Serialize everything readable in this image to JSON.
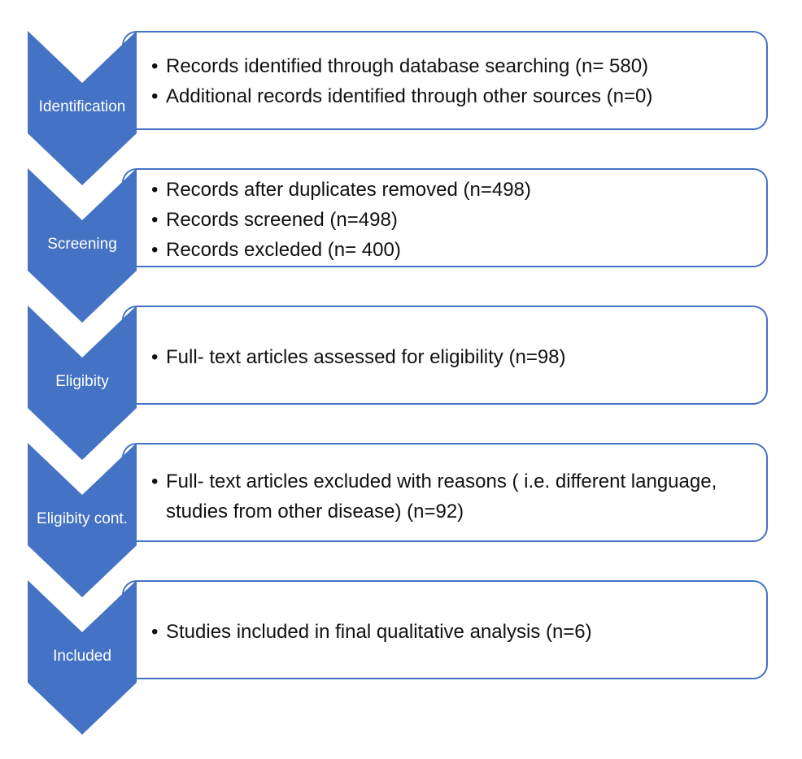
{
  "colors": {
    "chevron_fill": "#4472C4",
    "box_border": "#4472C4",
    "label_text": "#ffffff",
    "body_text": "#111111"
  },
  "stages": [
    {
      "label": "Identification",
      "items": [
        "Records identified through database searching (n= 580)",
        "Additional records identified through other sources (n=0)"
      ]
    },
    {
      "label": "Screening",
      "items": [
        "Records after duplicates removed (n=498)",
        "Records screened (n=498)",
        "Records excleded (n= 400)"
      ]
    },
    {
      "label": "Eligibity",
      "items": [
        "Full- text articles assessed for eligibility (n=98)"
      ]
    },
    {
      "label": "Eligibity cont.",
      "items": [
        "Full- text articles excluded with reasons ( i.e. different language, studies from other disease) (n=92)"
      ]
    },
    {
      "label": "Included",
      "items": [
        "Studies included in final qualitative analysis (n=6)"
      ]
    }
  ]
}
